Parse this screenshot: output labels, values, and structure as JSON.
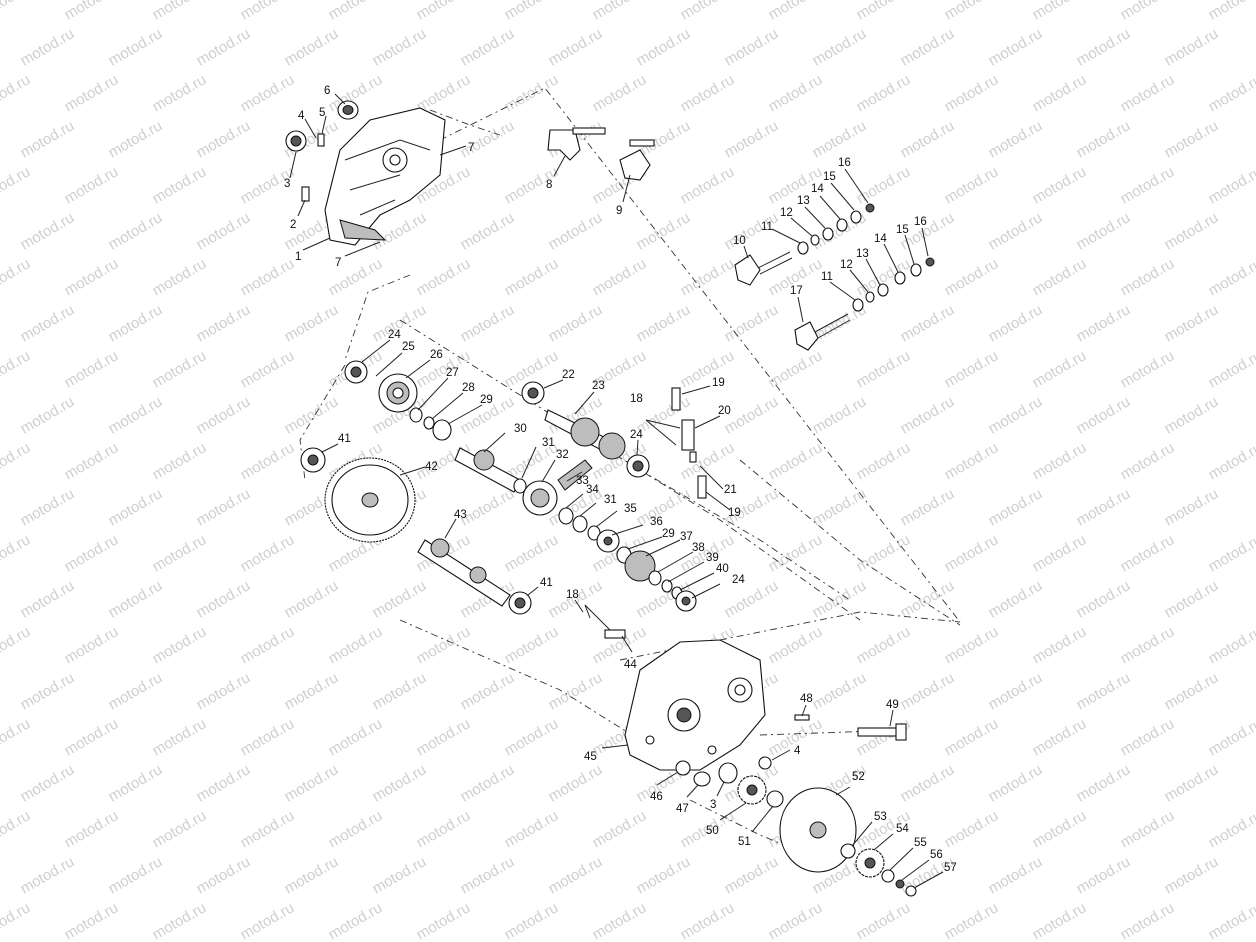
{
  "watermark": {
    "text": "motod.ru"
  },
  "colors": {
    "ink": "#111111",
    "watermark": "#cfcfcf",
    "background": "#ffffff"
  },
  "callouts": [
    {
      "id": "c6a",
      "text": "6"
    },
    {
      "id": "c4a",
      "text": "4"
    },
    {
      "id": "c5a",
      "text": "5"
    },
    {
      "id": "c7a",
      "text": "7"
    },
    {
      "id": "c3a",
      "text": "3"
    },
    {
      "id": "c2a",
      "text": "2"
    },
    {
      "id": "c1a",
      "text": "1"
    },
    {
      "id": "c7b",
      "text": "7"
    },
    {
      "id": "c8a",
      "text": "8"
    },
    {
      "id": "c9a",
      "text": "9"
    },
    {
      "id": "c16a",
      "text": "16"
    },
    {
      "id": "c15a",
      "text": "15"
    },
    {
      "id": "c14a",
      "text": "14"
    },
    {
      "id": "c13a",
      "text": "13"
    },
    {
      "id": "c12a",
      "text": "12"
    },
    {
      "id": "c11a",
      "text": "11"
    },
    {
      "id": "c10a",
      "text": "10"
    },
    {
      "id": "c16b",
      "text": "16"
    },
    {
      "id": "c15b",
      "text": "15"
    },
    {
      "id": "c14b",
      "text": "14"
    },
    {
      "id": "c13b",
      "text": "13"
    },
    {
      "id": "c12b",
      "text": "12"
    },
    {
      "id": "c11b",
      "text": "11"
    },
    {
      "id": "c17a",
      "text": "17"
    },
    {
      "id": "c24a",
      "text": "24"
    },
    {
      "id": "c25a",
      "text": "25"
    },
    {
      "id": "c26a",
      "text": "26"
    },
    {
      "id": "c27a",
      "text": "27"
    },
    {
      "id": "c28a",
      "text": "28"
    },
    {
      "id": "c29a",
      "text": "29"
    },
    {
      "id": "c22a",
      "text": "22"
    },
    {
      "id": "c23a",
      "text": "23"
    },
    {
      "id": "c18a",
      "text": "18"
    },
    {
      "id": "c19a",
      "text": "19"
    },
    {
      "id": "c20a",
      "text": "20"
    },
    {
      "id": "c24b",
      "text": "24"
    },
    {
      "id": "c21a",
      "text": "21"
    },
    {
      "id": "c19b",
      "text": "19"
    },
    {
      "id": "c41a",
      "text": "41"
    },
    {
      "id": "c42a",
      "text": "42"
    },
    {
      "id": "c30a",
      "text": "30"
    },
    {
      "id": "c31a",
      "text": "31"
    },
    {
      "id": "c32a",
      "text": "32"
    },
    {
      "id": "c33a",
      "text": "33"
    },
    {
      "id": "c34a",
      "text": "34"
    },
    {
      "id": "c31b",
      "text": "31"
    },
    {
      "id": "c35a",
      "text": "35"
    },
    {
      "id": "c36a",
      "text": "36"
    },
    {
      "id": "c29b",
      "text": "29"
    },
    {
      "id": "c37a",
      "text": "37"
    },
    {
      "id": "c38a",
      "text": "38"
    },
    {
      "id": "c39a",
      "text": "39"
    },
    {
      "id": "c40a",
      "text": "40"
    },
    {
      "id": "c24c",
      "text": "24"
    },
    {
      "id": "c43a",
      "text": "43"
    },
    {
      "id": "c41b",
      "text": "41"
    },
    {
      "id": "c18b",
      "text": "18"
    },
    {
      "id": "c44a",
      "text": "44"
    },
    {
      "id": "c48a",
      "text": "48"
    },
    {
      "id": "c49a",
      "text": "49"
    },
    {
      "id": "c4b",
      "text": "4"
    },
    {
      "id": "c45a",
      "text": "45"
    },
    {
      "id": "c46a",
      "text": "46"
    },
    {
      "id": "c47a",
      "text": "47"
    },
    {
      "id": "c3b",
      "text": "3"
    },
    {
      "id": "c50a",
      "text": "50"
    },
    {
      "id": "c51a",
      "text": "51"
    },
    {
      "id": "c52a",
      "text": "52"
    },
    {
      "id": "c53a",
      "text": "53"
    },
    {
      "id": "c54a",
      "text": "54"
    },
    {
      "id": "c55a",
      "text": "55"
    },
    {
      "id": "c56a",
      "text": "56"
    },
    {
      "id": "c57a",
      "text": "57"
    }
  ]
}
